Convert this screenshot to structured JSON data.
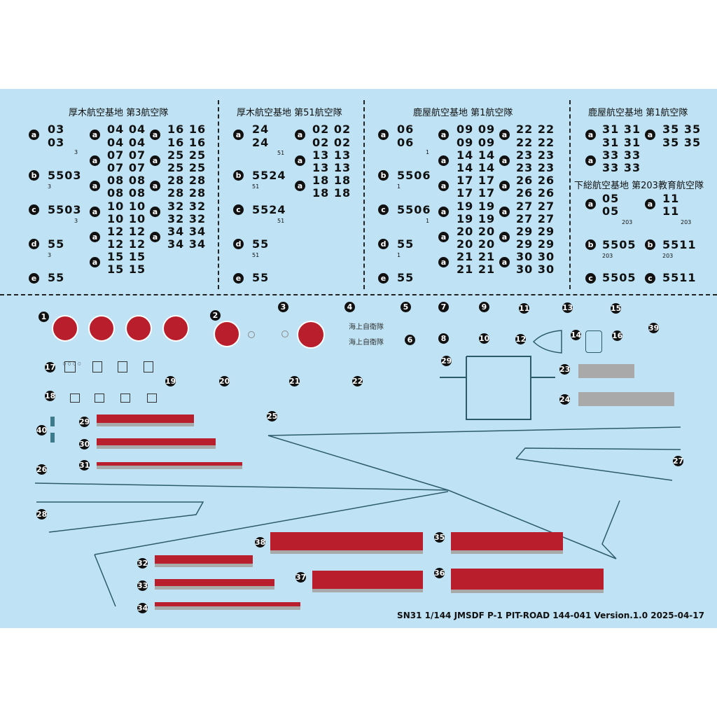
{
  "sections": {
    "atsugi3": "厚木航空基地 第3航空隊",
    "atsugi51": "厚木航空基地 第51航空隊",
    "kanoya1": "鹿屋航空基地 第1航空隊",
    "kanoya1b": "鹿屋航空基地 第1航空隊",
    "shimofusa203": "下総航空基地 第203教育航空隊"
  },
  "letters": {
    "a": "a",
    "b": "b",
    "c": "c",
    "d": "d",
    "e": "e"
  },
  "atsugi3": {
    "r1": "03",
    "r2": "03",
    "s1": "3",
    "b": "5503",
    "bs": "3",
    "c": "5503",
    "cs": "3",
    "d": "55",
    "ds": "3",
    "e": "55",
    "m1": "04 04",
    "m2": "04 04",
    "m3": "07 07",
    "m4": "07 07",
    "m5": "08 08",
    "m6": "08 08",
    "m7": "10 10",
    "m8": "10 10",
    "m9": "12 12",
    "m10": "12 12",
    "m11": "15 15",
    "m12": "15 15",
    "n1": "16 16",
    "n2": "16 16",
    "n3": "25 25",
    "n4": "25 25",
    "n5": "28 28",
    "n6": "28 28",
    "n7": "32 32",
    "n8": "32 32",
    "n9": "34 34",
    "n10": "34 34"
  },
  "atsugi51": {
    "r1": "24",
    "r2": "24",
    "s1": "51",
    "b": "5524",
    "bs": "51",
    "c": "5524",
    "cs": "51",
    "d": "55",
    "ds": "51",
    "e": "55",
    "m1": "02 02",
    "m2": "02 02",
    "m3": "13 13",
    "m4": "13 13",
    "m5": "18 18",
    "m6": "18 18"
  },
  "kanoya1": {
    "r1": "06",
    "r2": "06",
    "s1": "1",
    "b": "5506",
    "bs": "1",
    "c": "5506",
    "cs": "1",
    "d": "55",
    "ds": "1",
    "e": "55",
    "m1": "09 09",
    "m2": "09 09",
    "m3": "14 14",
    "m4": "14 14",
    "m5": "17 17",
    "m6": "17 17",
    "m7": "19 19",
    "m8": "19 19",
    "m9": "20 20",
    "m10": "20 20",
    "m11": "21 21",
    "m12": "21 21",
    "n1": "22 22",
    "n2": "22 22",
    "n3": "23 23",
    "n4": "23 23",
    "n5": "26 26",
    "n6": "26 26",
    "n7": "27 27",
    "n8": "27 27",
    "n9": "29 29",
    "n10": "29 29",
    "n11": "30 30",
    "n12": "30 30"
  },
  "kanoya1b": {
    "m1": "31 31",
    "m2": "31 31",
    "m3": "33 33",
    "m4": "33 33",
    "n1": "35 35",
    "n2": "35 35"
  },
  "shimofusa": {
    "r1": "05",
    "r2": "05",
    "rs": "203",
    "q1": "11",
    "q2": "11",
    "qs": "203",
    "b": "5505",
    "bs": "203",
    "b2": "5511",
    "b2s": "203",
    "c": "5505",
    "c2": "5511"
  },
  "markers": [
    "1",
    "2",
    "3",
    "4",
    "5",
    "6",
    "7",
    "8",
    "9",
    "10",
    "11",
    "12",
    "13",
    "14",
    "15",
    "16",
    "17",
    "18",
    "19",
    "20",
    "21",
    "22",
    "23",
    "24",
    "25",
    "26",
    "27",
    "28",
    "29",
    "30",
    "31",
    "32",
    "33",
    "34",
    "35",
    "36",
    "37",
    "38",
    "39",
    "40"
  ],
  "kanji_text": "海上自衛隊",
  "footer": "SN31 1/144 JMSDF P-1   PIT-ROAD 144-041  Version.1.0  2025-04-17",
  "colors": {
    "sheet": "#bfe3f4",
    "hinomaru": "#b81e2b",
    "grey": "#a9a9a9",
    "line": "#2b5b6b"
  }
}
